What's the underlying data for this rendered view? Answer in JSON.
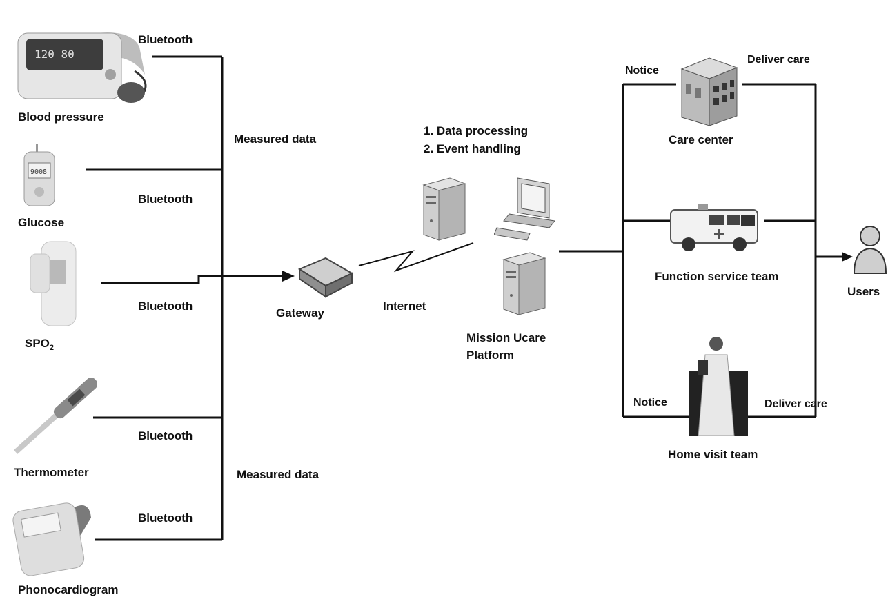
{
  "devices": {
    "blood_pressure": "Blood pressure",
    "glucose": "Glucose",
    "spo2_main": "SPO",
    "spo2_sub": "2",
    "thermometer": "Thermometer",
    "phonocardiogram": "Phonocardiogram",
    "glucose_display": "9008"
  },
  "links": {
    "bluetooth_1": "Bluetooth",
    "bluetooth_2": "Bluetooth",
    "bluetooth_3": "Bluetooth",
    "bluetooth_4": "Bluetooth",
    "bluetooth_5": "Bluetooth",
    "measured_data_top": "Measured data",
    "measured_data_bottom": "Measured data",
    "internet": "Internet"
  },
  "center": {
    "gateway": "Gateway",
    "processing_1": "1. Data processing",
    "processing_2": "2. Event handling",
    "platform_line1": "Mission Ucare",
    "platform_line2": "Platform"
  },
  "services": {
    "notice_top": "Notice",
    "deliver_care_top": "Deliver care",
    "care_center": "Care center",
    "function_service_team": "Function service team",
    "notice_bottom": "Notice",
    "deliver_care_bottom": "Deliver care",
    "home_visit_team": "Home visit  team",
    "users": "Users"
  },
  "colors": {
    "line": "#111111",
    "device_gray": "#cfcfcf",
    "server_gray": "#bdbdbd"
  },
  "icons": [
    "blood-pressure-monitor-icon",
    "glucose-meter-icon",
    "pulse-oximeter-icon",
    "thermometer-icon",
    "phonocardiogram-device-icon",
    "gateway-router-icon",
    "server-icon",
    "computer-icon",
    "hospital-building-icon",
    "ambulance-icon",
    "doctor-icon",
    "user-icon"
  ]
}
